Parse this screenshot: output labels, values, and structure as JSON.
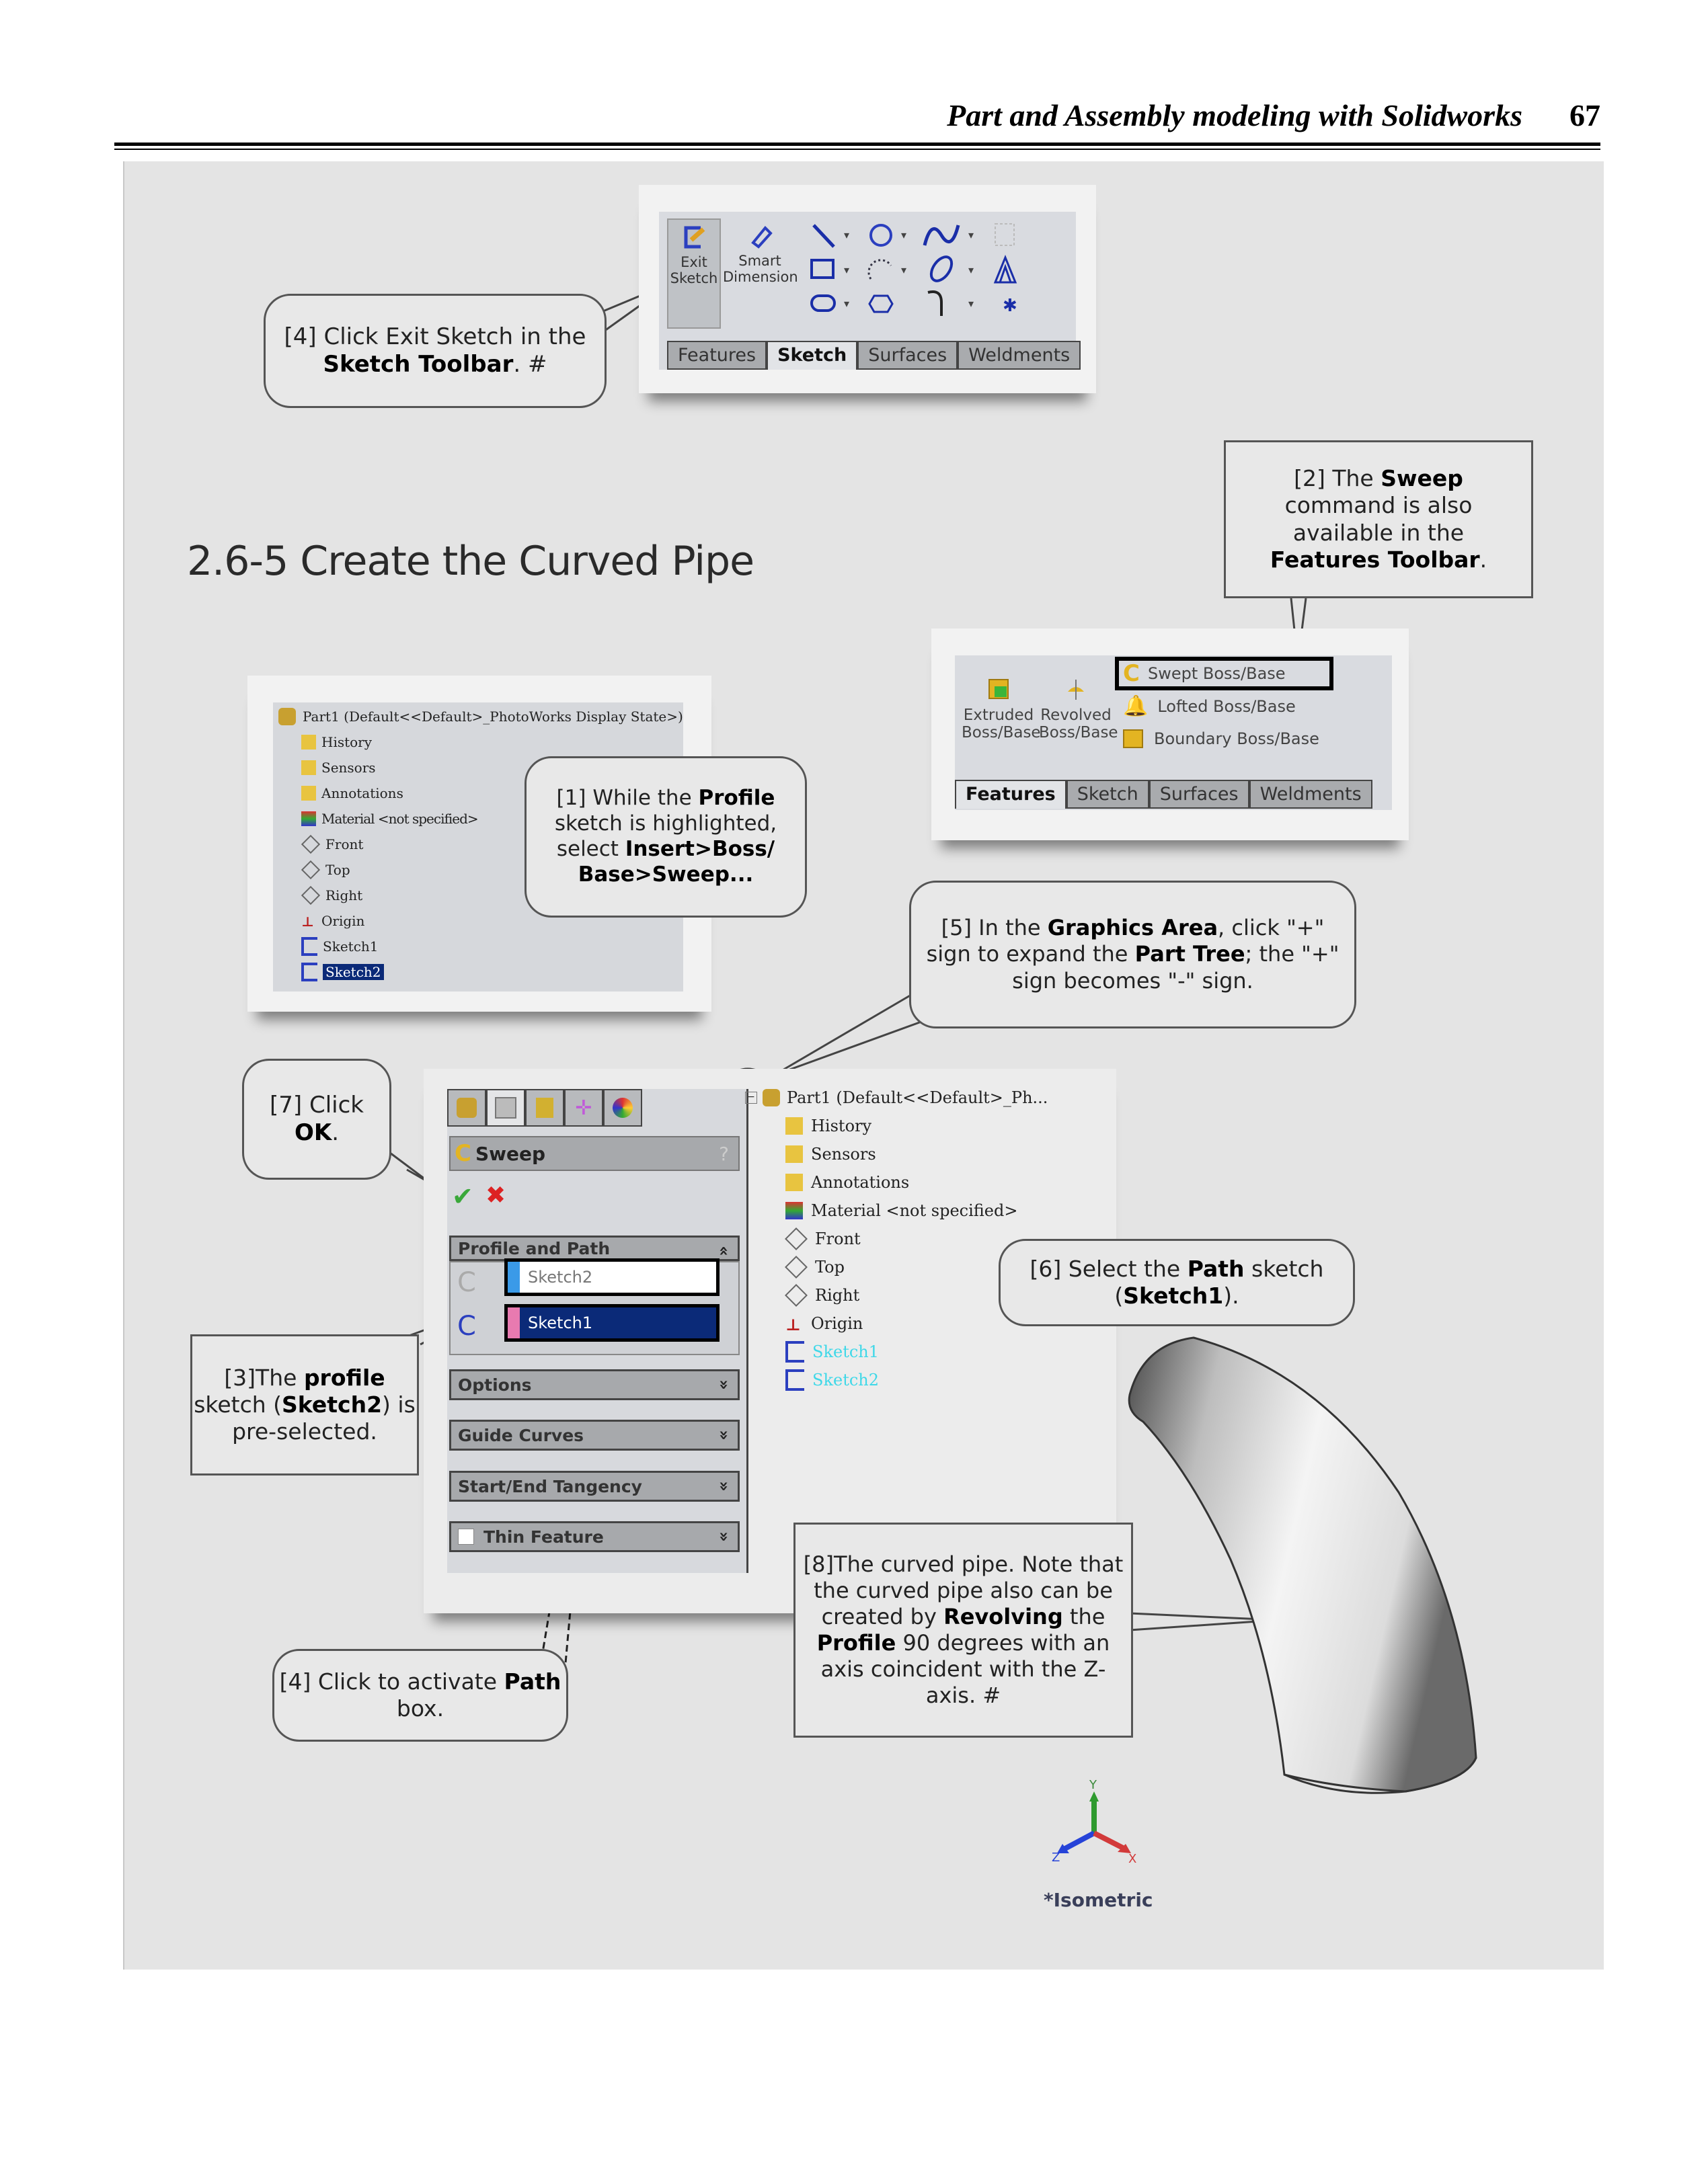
{
  "header": {
    "book_title": "Part and Assembly modeling with Solidworks",
    "page_number": "67"
  },
  "section": {
    "title": "2.6-5  Create the Curved Pipe"
  },
  "sketch_toolbar": {
    "exit_sketch": [
      "Exit",
      "Sketch"
    ],
    "smart_dimension": [
      "Smart",
      "Dimension"
    ],
    "tabs": [
      "Features",
      "Sketch",
      "Surfaces",
      "Weldments"
    ],
    "active_tab": "Sketch"
  },
  "features_toolbar": {
    "extruded": [
      "Extruded",
      "Boss/Base"
    ],
    "revolved": [
      "Revolved",
      "Boss/Base"
    ],
    "swept": "Swept Boss/Base",
    "lofted": "Lofted Boss/Base",
    "boundary": "Boundary Boss/Base",
    "tabs": [
      "Features",
      "Sketch",
      "Surfaces",
      "Weldments"
    ],
    "active_tab": "Features"
  },
  "feature_tree_top": {
    "root": "Part1  (Default<<Default>_PhotoWorks Display State>)",
    "items": [
      "History",
      "Sensors",
      "Annotations",
      "Material <not specified>",
      "Front",
      "Top",
      "Right",
      "Origin",
      "Sketch1",
      "Sketch2"
    ]
  },
  "feature_tree_bottom": {
    "root": "Part1  (Default<<Default>_Ph...",
    "items": [
      "History",
      "Sensors",
      "Annotations",
      "Material <not specified>",
      "Front",
      "Top",
      "Right",
      "Origin",
      "Sketch1",
      "Sketch2"
    ]
  },
  "property_manager": {
    "title": "Sweep",
    "help": "?",
    "ok": "✔",
    "cancel": "✖",
    "sections": {
      "profile_and_path": "Profile and Path",
      "options": "Options",
      "guide_curves": "Guide Curves",
      "tangency": "Start/End Tangency",
      "thin_feature": "Thin Feature"
    },
    "profile_value": "Sketch2",
    "path_value": "Sketch1",
    "collapse_glyph": "«",
    "expand_glyph": "»"
  },
  "view": {
    "orientation": "*Isometric",
    "axes": {
      "x": "X",
      "y": "Y",
      "z": "Z"
    }
  },
  "callouts": {
    "c1": {
      "pre": "[1] While the ",
      "b1": "Profile",
      "mid": " sketch is highlighted, select ",
      "b2": "Insert>Boss/ Base>Sweep..."
    },
    "c2": {
      "pre": "[2] The ",
      "b1": "Sweep",
      "mid": " command is also available in the ",
      "b2": "Features Toolbar",
      "post": "."
    },
    "c3": {
      "pre": "[3]The ",
      "b1": "profile",
      "mid": " sketch (",
      "b2": "Sketch2",
      "post": ") is pre-selected."
    },
    "c4a": {
      "pre": "[4] Click Exit Sketch in the ",
      "b1": "Sketch Toolbar",
      "post": ". #"
    },
    "c4b": {
      "pre": "[4] Click to activate ",
      "b1": "Path",
      "post": " box."
    },
    "c5": {
      "pre": "[5] In the ",
      "b1": "Graphics Area",
      "mid": ", click \"+\" sign to expand the ",
      "b2": "Part Tree",
      "post": "; the \"+\" sign becomes \"-\" sign."
    },
    "c6": {
      "pre": "[6] Select the ",
      "b1": "Path",
      "mid": " sketch (",
      "b2": "Sketch1",
      "post": ")."
    },
    "c7": {
      "pre": "[7] Click ",
      "b1": "OK",
      "post": "."
    },
    "c8": {
      "pre": "[8]The curved pipe.  Note that the curved pipe also can be created by ",
      "b1": "Revolving",
      "mid": " the ",
      "b2": "Profile",
      "post": " 90 degrees with an axis coincident with the Z-axis. #"
    }
  },
  "colors": {
    "panel": "#e4e4e4",
    "ui_gray": "#d9dbe0",
    "selected_blue": "#0b2a78",
    "sketch_cyan": "#3fd8e8",
    "axis_x": "#d23a3a",
    "axis_y": "#2f9a2f",
    "axis_z": "#2643d8"
  }
}
